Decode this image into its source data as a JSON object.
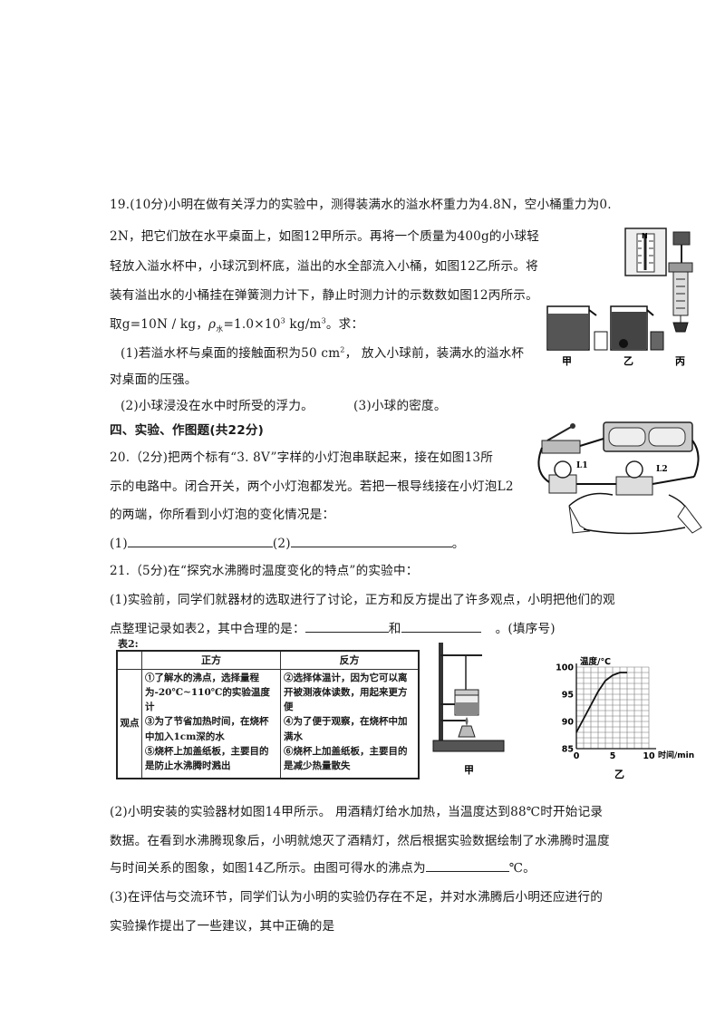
{
  "q19": {
    "line1": "19.(10分)小明在做有关浮力的实验中，测得装满水的溢水杯重力为4.8N，空小桶重力为0.",
    "line2": "2N，把它们放在水平桌面上，如图12甲所示。再将一个质量为400g的小球轻",
    "line3": "轻放入溢水杯中，小球沉到杯底，溢出的水全部流入小桶，如图12乙所示。将",
    "line4": "装有溢出水的小桶挂在弹簧测力计下，静止时测力计的示数数如图12丙所示。",
    "line5_a": "取g=10N / kg，",
    "line5_rho_sub": "水",
    "line5_b": "=1.0×10",
    "line5_exp": "3",
    "line5_c": "  kg/m",
    "line5_exp2": "3",
    "line5_d": "。求：",
    "p1_a": "(1)若溢水杯与桌面的接触面积为50 cm",
    "p1_exp": "2",
    "p1_b": "，  放入小球前，装满水的溢水杯",
    "p1_line2": "对桌面的压强。",
    "p2": "(2)小球浸没在水中时所受的浮力。",
    "p3": "(3)小球的密度。",
    "fig_labels": [
      "甲",
      "乙",
      "丙"
    ],
    "gauge_letter": "N"
  },
  "section4": {
    "title": "四、实验、作图题(共22分)"
  },
  "q20": {
    "line1": "20.（2分)把两个标有“3. 8V”字样的小灯泡串联起来，接在如图13所",
    "line2": "示的电路中。闭合开关，两个小灯泡都发光。若把一根导线接在小灯泡L2",
    "line3": "的两端，你所看到小灯泡的变化情况是：",
    "ans1_label": "(1)",
    "ans2_label": "(2)",
    "ans_end": "。",
    "lamp_labels": [
      "L1",
      "L2"
    ]
  },
  "q21": {
    "line1": "21.（5分)在“探究水沸腾时温度变化的特点”的实验中：",
    "p1_line1": "(1)实验前，同学们就器材的选取进行了讨论，正方和反方提出了许多观点，小明把他们的观",
    "p1_line2_a": "点整理记录如表2，其中合理的是：",
    "p1_line2_and": "和",
    "p1_line2_b": "。(填序号)",
    "table": {
      "caption": "表2:",
      "col_pro": "正方",
      "col_con": "反方",
      "row_label": "观点",
      "pro": [
        "①了解水的沸点，选择量程为-20℃~110℃的实验温度计",
        "③为了节省加热时间，在烧杯中加入1cm深的水",
        "⑤烧杯上加盖纸板，主要目的是防止水沸腾时溅出"
      ],
      "con": [
        "②选择体温计，因为它可以离开被测液体读数，用起来更方便",
        "④为了便于观察，在烧杯中加满水",
        "⑥烧杯上加盖纸板，主要目的是减少热量散失"
      ]
    },
    "fig14_labels": [
      "甲",
      "乙"
    ],
    "p2_line1": "(2)小明安装的实验器材如图14甲所示。 用酒精灯给水加热，当温度达到88℃时开始记录",
    "p2_line2": "数据。在看到水沸腾现象后，小明就熄灭了酒精灯，然后根据实验数据绘制了水沸腾时温度",
    "p2_line3": "与时间关系的图象，如图14乙所示。由图可得水的沸点为",
    "p2_unit": "℃。",
    "p3_line1": "(3)在评估与交流环节，同学们认为小明的实验仍存在不足，并对水沸腾后小明还应进行的",
    "p3_line2": "实验操作提出了一些建议，其中正确的是"
  },
  "chart_data": {
    "type": "line",
    "ylabel": "温度/℃",
    "xlabel": "时间/min",
    "xlim": [
      0,
      10
    ],
    "ylim": [
      85,
      100
    ],
    "xticks": [
      "0",
      "5",
      "10"
    ],
    "yticks": [
      "85",
      "90",
      "95",
      "100"
    ],
    "grid": true,
    "x": [
      0,
      1,
      2,
      3,
      4,
      5,
      6,
      7
    ],
    "y": [
      88,
      90.5,
      93,
      95.5,
      97.5,
      98.5,
      99,
      99
    ]
  }
}
